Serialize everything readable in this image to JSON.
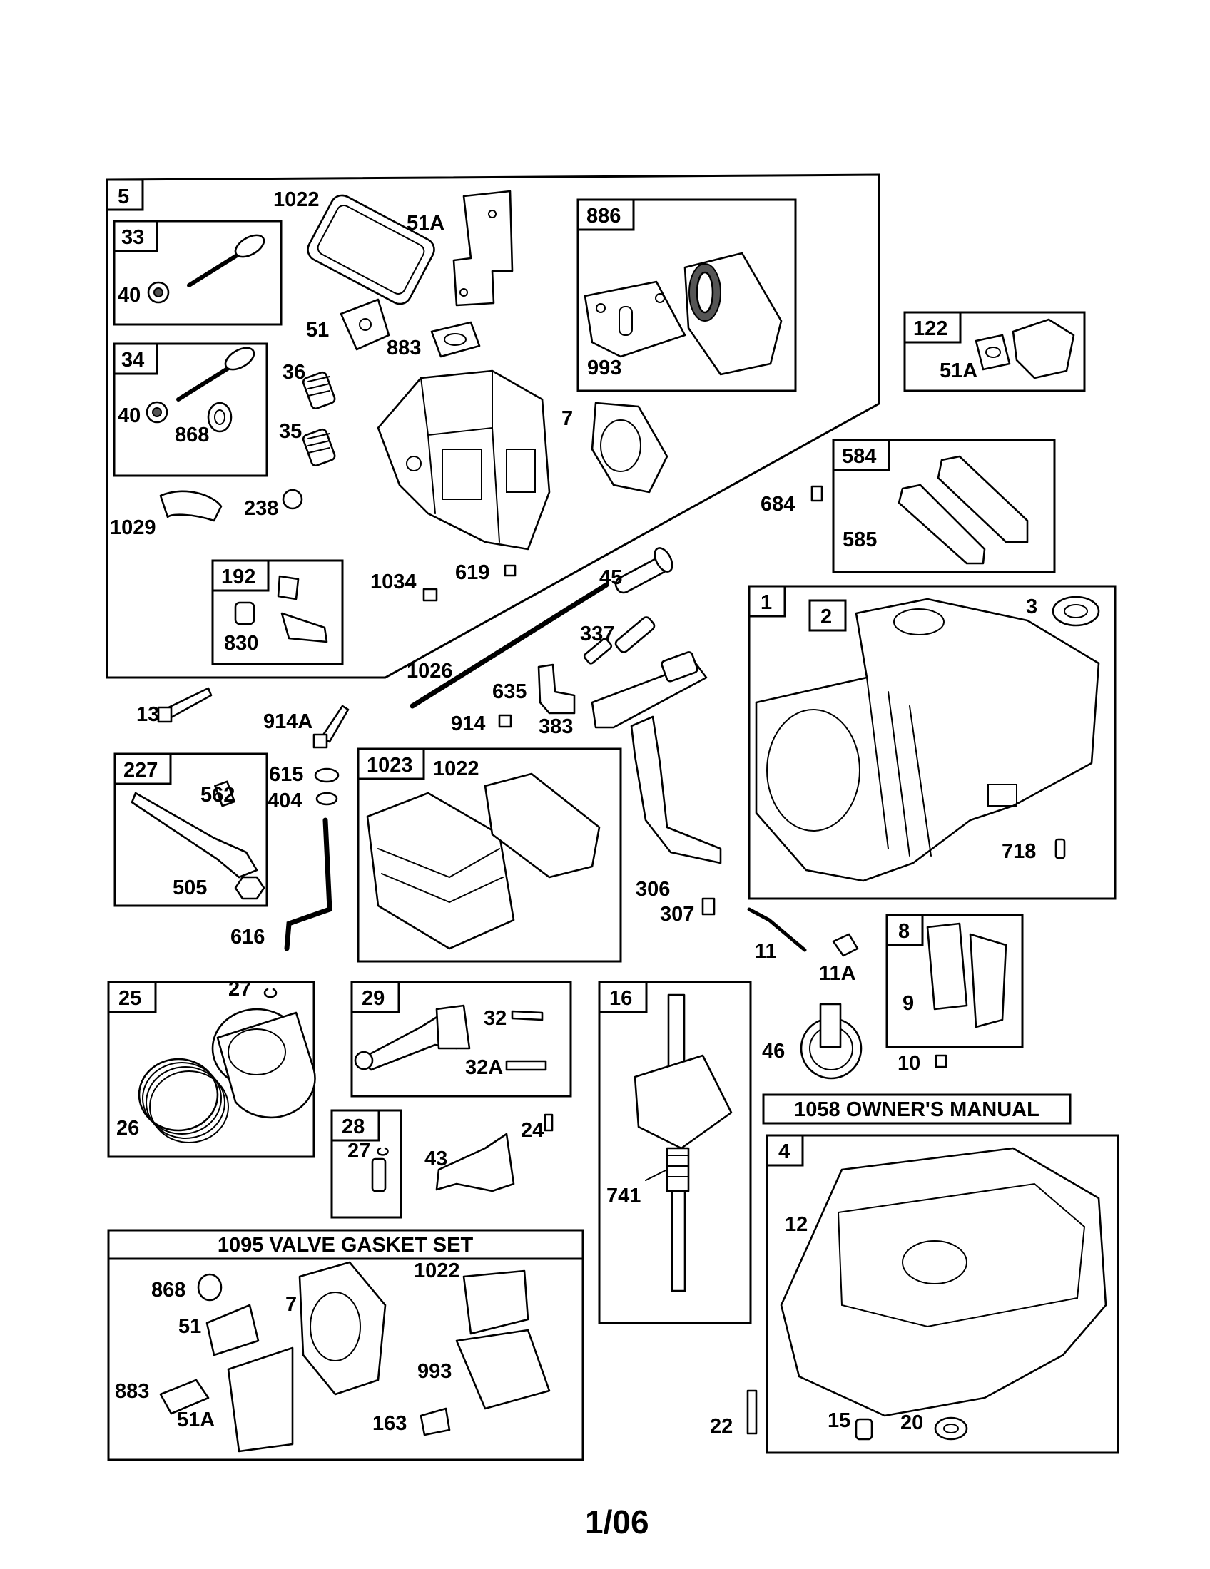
{
  "footer": "1/06",
  "group_titles": {
    "owners_manual": "1058 OWNER'S MANUAL",
    "valve_gasket_set": "1095 VALVE GASKET SET"
  },
  "box_labels": {
    "b5": "5",
    "b33": "33",
    "b34": "34",
    "b886": "886",
    "b122": "122",
    "b584": "584",
    "b192": "192",
    "b1": "1",
    "b2": "2",
    "b227": "227",
    "b1023": "1023",
    "b8": "8",
    "b25": "25",
    "b29": "29",
    "b16": "16",
    "b28": "28",
    "b4": "4"
  },
  "callouts": {
    "c1022a": "1022",
    "c51Aa": "51A",
    "c40a": "40",
    "c51a": "51",
    "c883a": "883",
    "c993a": "993",
    "c36": "36",
    "c40b": "40",
    "c868a": "868",
    "c35": "35",
    "c7a": "7",
    "c51Ab": "51A",
    "c1029": "1029",
    "c238": "238",
    "c684": "684",
    "c585": "585",
    "c830": "830",
    "c1034": "1034",
    "c619": "619",
    "c45": "45",
    "c3": "3",
    "c337": "337",
    "c1026": "1026",
    "c635": "635",
    "c13": "13",
    "c914A": "914A",
    "c914": "914",
    "c383": "383",
    "c615": "615",
    "c562": "562",
    "c404": "404",
    "c1022b": "1022",
    "c718": "718",
    "c505": "505",
    "c306": "306",
    "c307": "307",
    "c616": "616",
    "c11": "11",
    "c11A": "11A",
    "c9": "9",
    "c27a": "27",
    "c32": "32",
    "c32A": "32A",
    "c46": "46",
    "c10": "10",
    "c26": "26",
    "c24": "24",
    "c27b": "27",
    "c43": "43",
    "c741": "741",
    "c12": "12",
    "c868b": "868",
    "c1022c": "1022",
    "c7b": "7",
    "c51b": "51",
    "c993b": "993",
    "c883b": "883",
    "c51Ac": "51A",
    "c163": "163",
    "c22": "22",
    "c15": "15",
    "c20": "20"
  }
}
